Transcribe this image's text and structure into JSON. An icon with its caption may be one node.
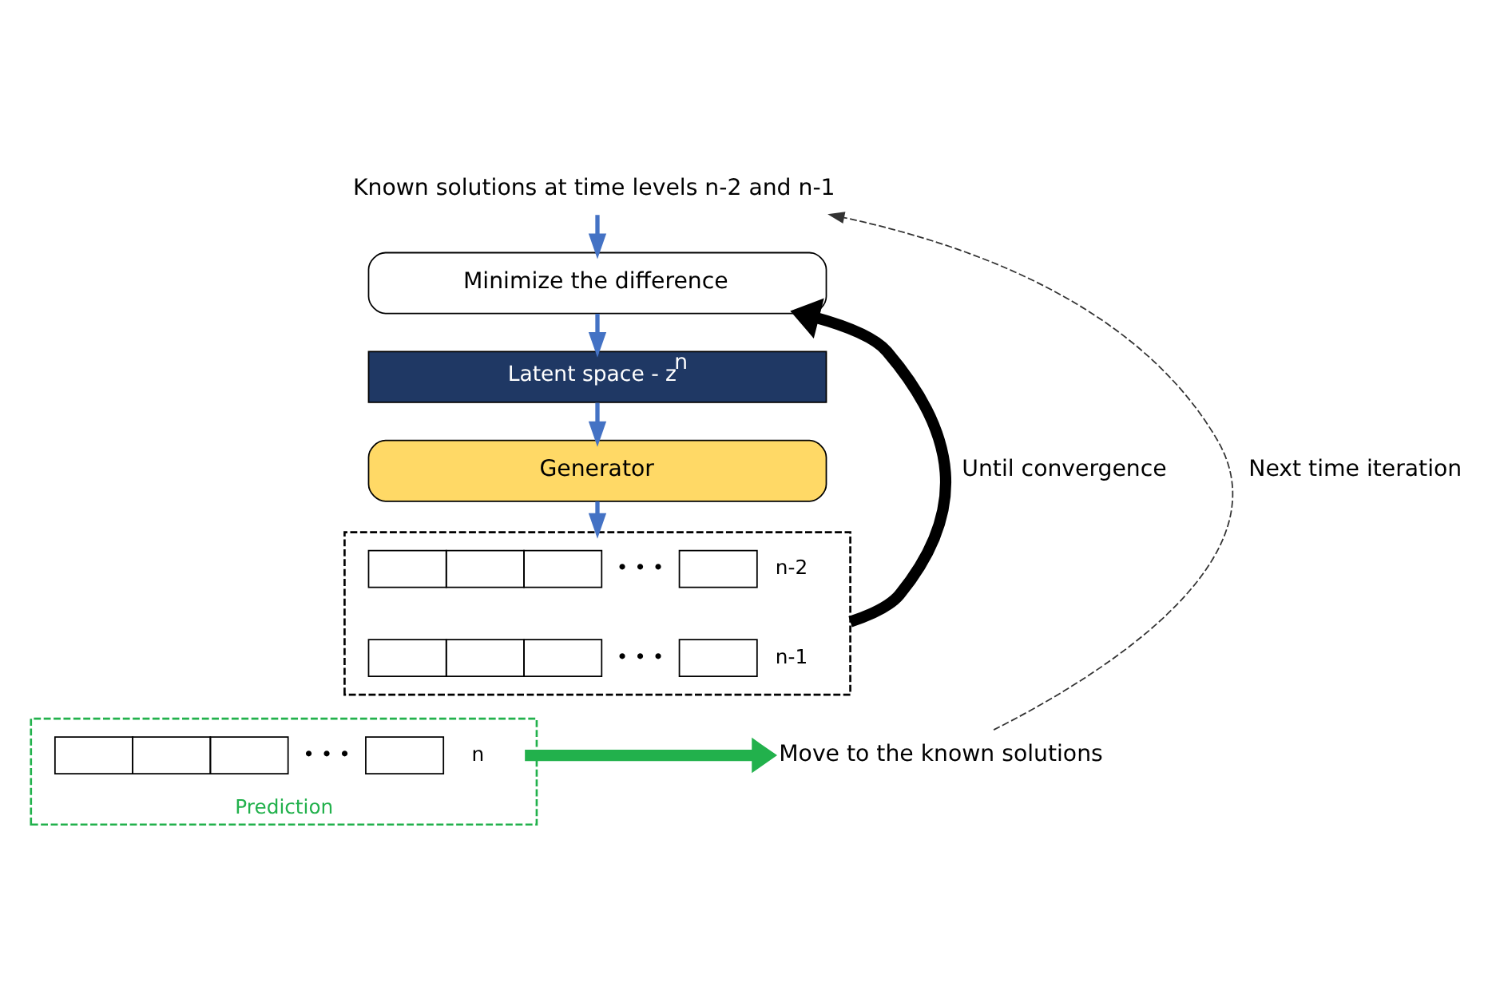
{
  "diagram": {
    "nodes": [
      {
        "text": [
          "Known solutions at time levels n-2 and n-1"
        ]
      },
      {
        "text": [
          "Minimize the difference"
        ]
      },
      {
        "text": [
          "Latent space - z$^{n}$"
        ]
      },
      {
        "text": [
          "Generator"
        ]
      },
      {
        "text": [],
        "shape": "box"
      },
      {
        "text": [
          "• • •"
        ],
        "beside": [
          "n-2"
        ],
        "in": 4
      },
      {
        "text": [
          "• • •"
        ],
        "beside": [
          "n-1"
        ],
        "in": 4
      },
      {
        "text": [
          "Prediction"
        ]
      },
      {
        "text": [
          "• • •"
        ],
        "beside": [
          "n"
        ],
        "in": 7
      },
      {
        "text": [
          "Move to the known solutions"
        ]
      }
    ],
    "edges": [
      {
        "from": 0,
        "to": 1,
        "arrow": "to"
      },
      {
        "from": 1,
        "to": 2,
        "arrow": "to"
      },
      {
        "from": 2,
        "to": 3,
        "arrow": "to"
      },
      {
        "from": 3,
        "to": 4,
        "arrow": "to"
      },
      {
        "from": 4,
        "to": 1,
        "arrow": "to",
        "label": "Until convergence",
        "style": "thick",
        "color": "#000000"
      },
      {
        "from": 8,
        "to": 9,
        "arrow": "to",
        "style": "thick",
        "color": "#22b14c"
      },
      {
        "from": 9,
        "to": 0,
        "arrow": "to",
        "label": "Next time iteration",
        "style": "dashed",
        "color": "#333333"
      }
    ]
  }
}
